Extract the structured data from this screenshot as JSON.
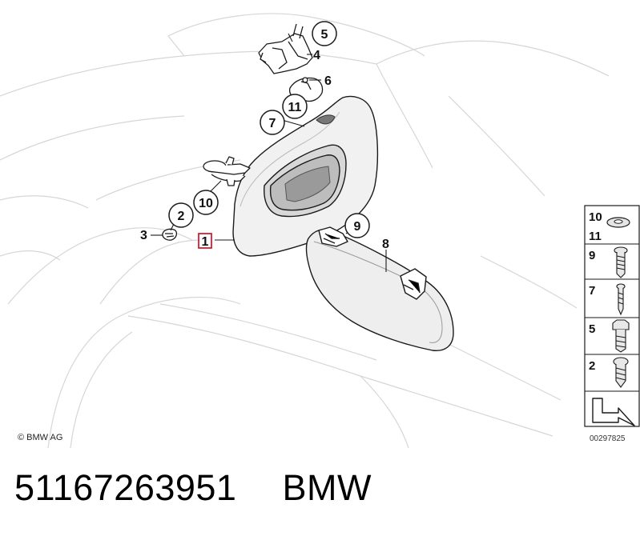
{
  "callouts": {
    "c1": "1",
    "c2": "2",
    "c3": "3",
    "c4": "4",
    "c5": "5",
    "c6": "6",
    "c7": "7",
    "c8": "8",
    "c9": "9",
    "c10": "10",
    "c11": "11"
  },
  "legend": {
    "l10": "10",
    "l11": "11",
    "l9": "9",
    "l7": "7",
    "l5": "5",
    "l2": "2"
  },
  "copyright": "© BMW AG",
  "diagram_id": "00297825",
  "footer": {
    "part_number": "51167263951",
    "brand": "BMW"
  },
  "colors": {
    "highlight": "#d0021b",
    "line": "#1a1a1a",
    "background_line": "#d6d6d6"
  }
}
